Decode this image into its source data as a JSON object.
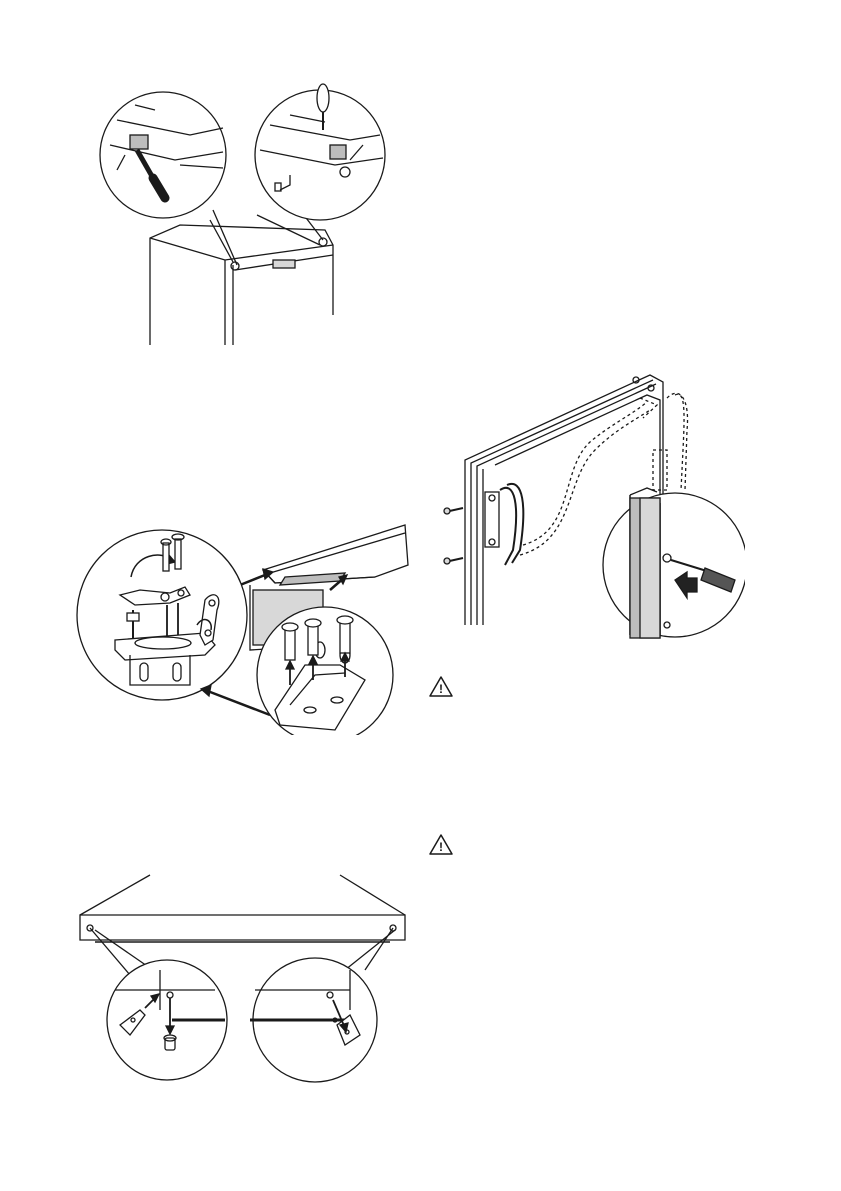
{
  "page": {
    "background": "#ffffff",
    "line_color": "#1a1a1a",
    "fill_light": "#d8d8d8",
    "fill_mid": "#bdbdbd"
  },
  "figures": {
    "top_hinge": {
      "icon": "refrigerator-top-hinge-illustration"
    },
    "door_handle": {
      "icon": "door-handle-relocation-illustration"
    },
    "hinge_bracket": {
      "icon": "hinge-bracket-assembly-illustration"
    },
    "bottom_door": {
      "icon": "door-bottom-pin-illustration"
    }
  },
  "warnings": [
    {
      "icon": "warning-triangle-icon",
      "symbol": "!"
    },
    {
      "icon": "warning-triangle-icon",
      "symbol": "!"
    }
  ]
}
